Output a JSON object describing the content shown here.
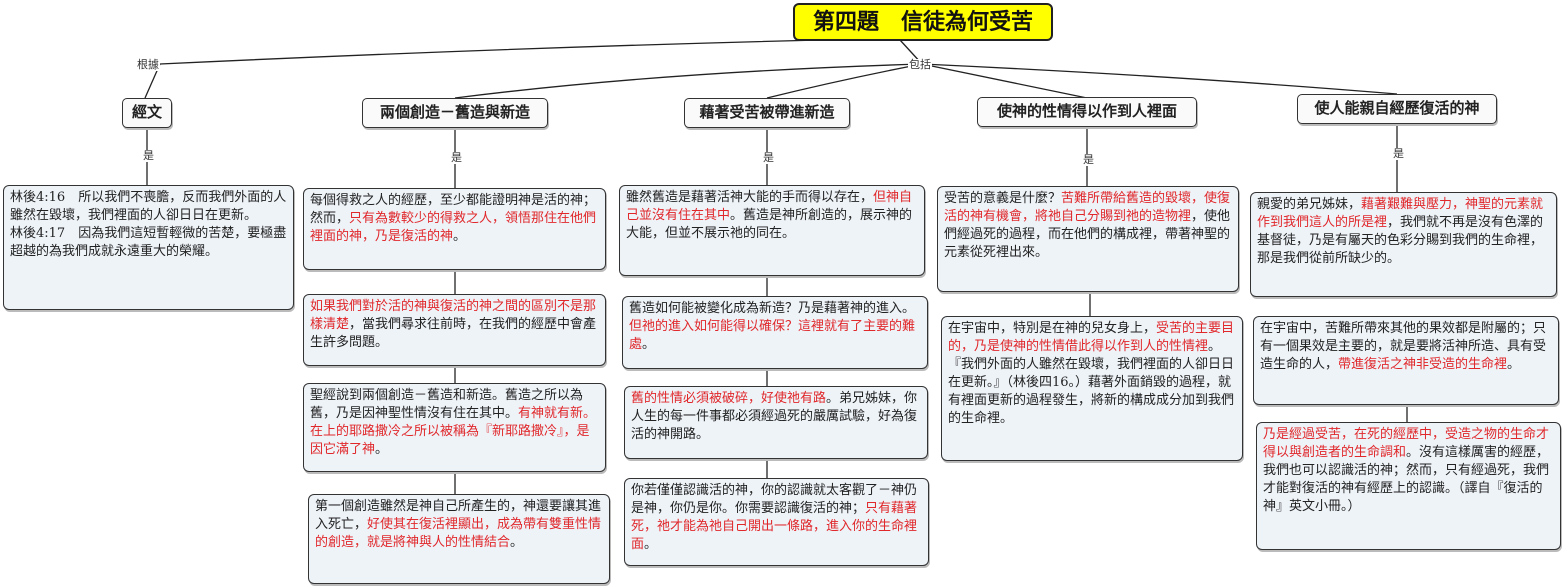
{
  "title": "第四題　信徒為何受苦",
  "links": {
    "genju": "根據",
    "baokuo": "包括",
    "shi": "是"
  },
  "categories": [
    {
      "label": "經文"
    },
    {
      "label": "兩個創造－舊造與新造"
    },
    {
      "label": "藉著受苦被帶進新造"
    },
    {
      "label": "使神的性情得以作到人裡面"
    },
    {
      "label": "使人能親自經歷復活的神"
    }
  ],
  "scripture": {
    "line1": "林後4:16　所以我們不喪膽，反而我們外面的人雖然在毀壞，我們裡面的人卻日日在更新。",
    "line2": "林後4:17　因為我們這短暫輕微的苦楚，要極盡超越的為我們成就永遠重大的榮耀。"
  },
  "col2": [
    {
      "parts": [
        "每個得救之人的經歷，至少都能證明神是活的神；然而，",
        "只有為數較少的得救之人，領悟那住在他們裡面的神，乃是復活的神",
        "。"
      ]
    },
    {
      "parts": [
        "如果我們對於活的神與復活的神之間的區別不是那樣清楚",
        "，當我們尋求往前時，在我們的經歷中會產生許多問題。"
      ]
    },
    {
      "parts": [
        "聖經說到兩個創造－舊造和新造。舊造之所以為舊，乃是因神聖性情沒有住在其中。",
        "有神就有新。在上的耶路撒冷之所以被稱為『新耶路撒冷』，是因它滿了神",
        "。"
      ]
    },
    {
      "parts": [
        "第一個創造雖然是神自己所產生的，神還要讓其進入死亡，",
        "好使其在復活裡顯出，成為帶有雙重性情的創造，就是將神與人的性情結合",
        "。"
      ]
    }
  ],
  "col3": [
    {
      "parts": [
        "雖然舊造是藉著活神大能的手而得以存在，",
        "但神自己並沒有住在其中",
        "。舊造是神所創造的，展示神的大能，但並不展示祂的同在。"
      ]
    },
    {
      "parts": [
        "舊造如何能被變化成為新造？乃是藉著神的進入。",
        "但祂的進入如何能得以確保？這裡就有了主要的難處",
        "。"
      ]
    },
    {
      "parts": [
        "舊的性情必須被破碎，好使祂有路",
        "。弟兄姊妹，你人生的每一件事都必須經過死的嚴厲試驗，好為復活的神開路。"
      ]
    },
    {
      "parts": [
        "你若僅僅認識活的神，你的認識就太客觀了－神仍是神，你仍是你。你需要認識復活的神；",
        "只有藉著死，祂才能為祂自己開出一條路，進入你的生命裡面",
        "。"
      ]
    }
  ],
  "col4": [
    {
      "parts": [
        "受苦的意義是什麼？",
        "苦難所帶給舊造的毀壞，使復活的神有機會，將祂自己分賜到祂的造物裡",
        "，使他們經過死的過程，而在他們的構成裡，帶著神聖的元素從死裡出來。"
      ]
    },
    {
      "parts": [
        "在宇宙中，特別是在神的兒女身上，",
        "受苦的主要目的，乃是使神的性情借此得以作到人的性情裡",
        "。『我們外面的人雖然在毀壞，我們裡面的人卻日日在更新。』（林後四16。）藉著外面銷毀的過程，就有裡面更新的過程發生，將新的構成成分加到我們的生命裡。"
      ]
    }
  ],
  "col5": [
    {
      "parts": [
        "親愛的弟兄姊妹，",
        "藉著艱難與壓力，神聖的元素就作到我們這人的所是裡",
        "，我們就不再是沒有色澤的基督徒，乃是有屬天的色彩分賜到我們的生命裡，那是我們從前所缺少的。"
      ]
    },
    {
      "parts": [
        "在宇宙中，苦難所帶來其他的果效都是附屬的；只有一個果效是主要的，就是要將活神所造、具有受造生命的人，",
        "帶進復活之神非受造的生命裡",
        "。"
      ]
    },
    {
      "parts": [
        "乃是經過受苦，在死的經歷中，受造之物的生命才得以與創造者的生命調和",
        "。沒有這樣厲害的經歷，我們也可以認識活的神；然而，只有經過死，我們才能對復活的神有經歷上的認識。（譯自『復活的神』英文小冊。）"
      ]
    }
  ]
}
